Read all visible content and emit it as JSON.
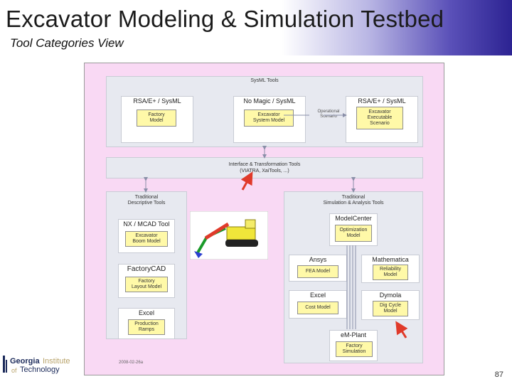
{
  "header": {
    "title": "Excavator Modeling & Simulation Testbed",
    "subtitle": "Tool Categories View"
  },
  "diagram": {
    "sysml_panel": {
      "title": "SysML Tools",
      "tools": [
        {
          "name": "RSA/E+ / SysML",
          "model": "Factory\nModel"
        },
        {
          "name": "No Magic / SysML",
          "model": "Excavator\nSystem Model"
        },
        {
          "name": "RSA/E+ / SysML",
          "model": "Excavator\nExecutable\nScenario"
        }
      ],
      "operational_label": "Operational\nScenario"
    },
    "interface_panel": {
      "title": "Interface & Transformation Tools",
      "subtitle": "(VIATRA, XaiTools, ...)"
    },
    "descriptive_panel": {
      "title": "Traditional\nDescriptive Tools",
      "tools": [
        {
          "name": "NX / MCAD Tool",
          "model": "Excavator\nBoom Model"
        },
        {
          "name": "FactoryCAD",
          "model": "Factory\nLayout Model"
        },
        {
          "name": "Excel",
          "model": "Production\nRamps"
        }
      ]
    },
    "analysis_panel": {
      "title": "Traditional\nSimulation & Analysis Tools",
      "tools": [
        {
          "name": "ModelCenter",
          "model": "Optimization\nModel"
        },
        {
          "name": "Ansys",
          "model": "FEA Model"
        },
        {
          "name": "Mathematica",
          "model": "Reliability\nModel"
        },
        {
          "name": "Excel",
          "model": "Cost Model"
        },
        {
          "name": "Dymola",
          "model": "Dig Cycle\nModel"
        },
        {
          "name": "eM-Plant",
          "model": "Factory\nSimulation"
        }
      ]
    },
    "date": "2008-02-26a"
  },
  "logo": {
    "line1": "Georgia",
    "line1b": "Institute",
    "line2": "of",
    "line2b": "Technology"
  },
  "footer": {
    "page_number": "87"
  },
  "colors": {
    "diagram_background": "#f9d9f4",
    "model_fill": "#fff9a8",
    "arrow_red": "#e03a2a",
    "title_gradient_end": "#2c2392"
  }
}
